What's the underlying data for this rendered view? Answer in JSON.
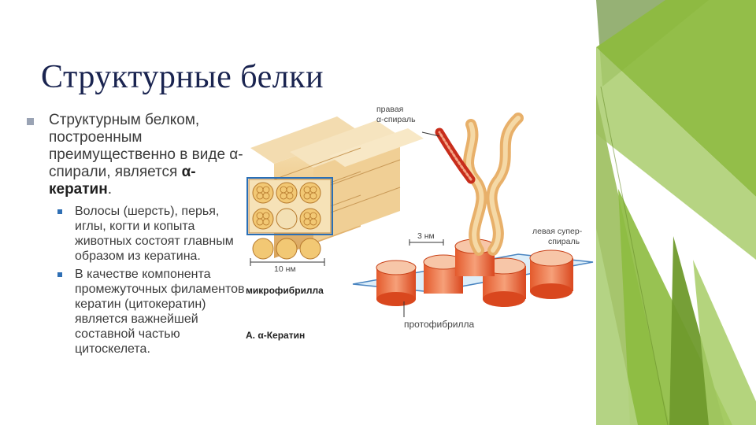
{
  "slide": {
    "title": "Структурные белки",
    "bullet1": {
      "text_before": "Структурным белком, построенным преимущественно в виде α-спирали, является ",
      "bold_text": "α-кератин",
      "text_after": "."
    },
    "sub_bullets": [
      "Волосы (шерсть), перья, иглы, когти и копыта животных состоят главным образом из кератина.",
      "В качестве компонента промежуточных филаментов кератин (цитокератин) является важнейшей составной частью цитоскелета."
    ]
  },
  "figure": {
    "label_right_helix": "правая",
    "label_right_helix_2": "α-спираль",
    "label_left_superhelix": "левая супер-",
    "label_left_superhelix_2": "спираль",
    "label_3nm": "3 нм",
    "label_10nm": "10 нм",
    "label_microfibril": "микрофибрилла",
    "label_protofibril": "протофибрилла",
    "label_caption": "А. α-Кератин"
  },
  "theme": {
    "accent_green": "#8dbb3f",
    "title_color": "#1a2450",
    "bullet_color": "#9aa3b4",
    "sub_bullet_color": "#2f6fb4"
  }
}
